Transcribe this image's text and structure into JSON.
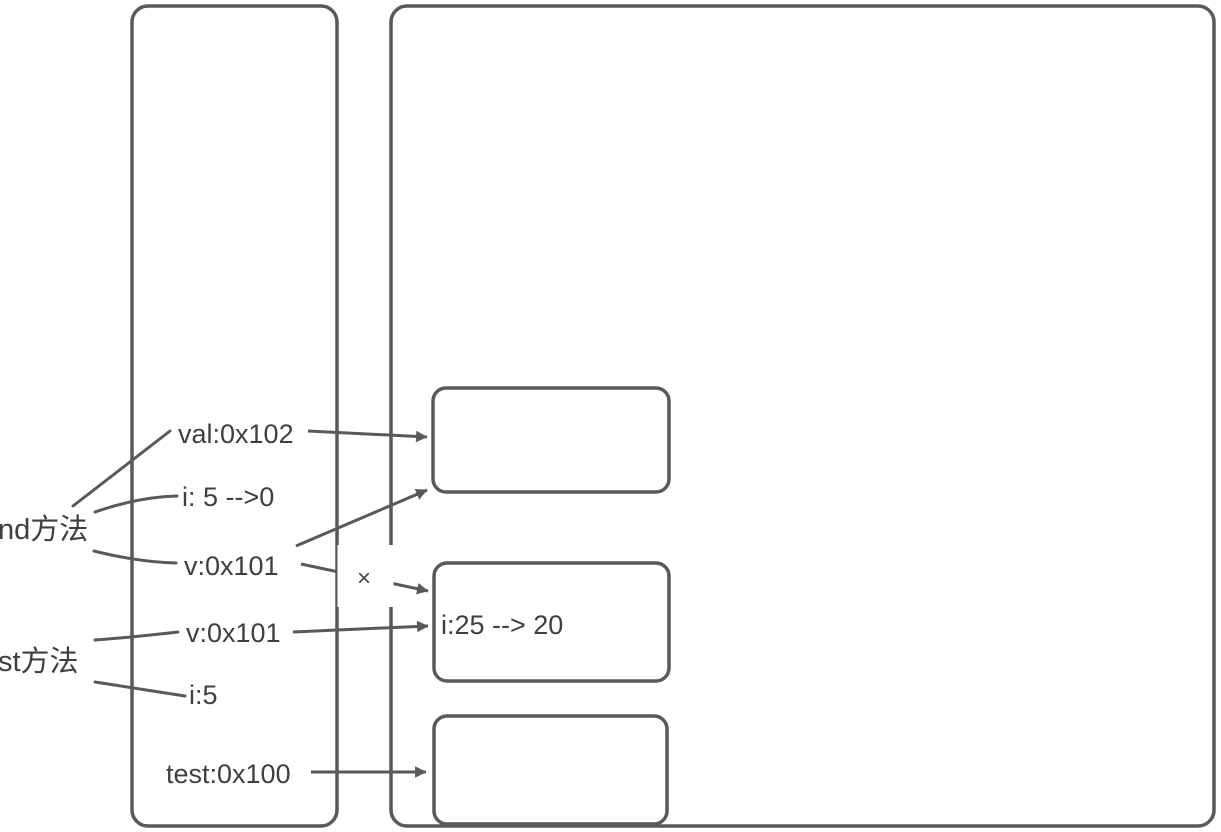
{
  "stack": {
    "frame_append": {
      "method_label": "nd方法",
      "vars": {
        "val": "val:0x102",
        "i": "i: 5 -->0",
        "v": "v:0x101"
      }
    },
    "frame_test": {
      "method_label": "st方法",
      "vars": {
        "v": "v:0x101",
        "i": "i:5"
      }
    },
    "frame_main": {
      "vars": {
        "test": "test:0x100"
      }
    }
  },
  "heap": {
    "object_top": {
      "text": ""
    },
    "object_middle": {
      "text": "i:25 --> 20"
    },
    "object_bottom": {
      "text": ""
    }
  },
  "annotations": {
    "cross_mark": "×"
  },
  "colors": {
    "line": "#595959",
    "text": "#3f3f3f"
  }
}
